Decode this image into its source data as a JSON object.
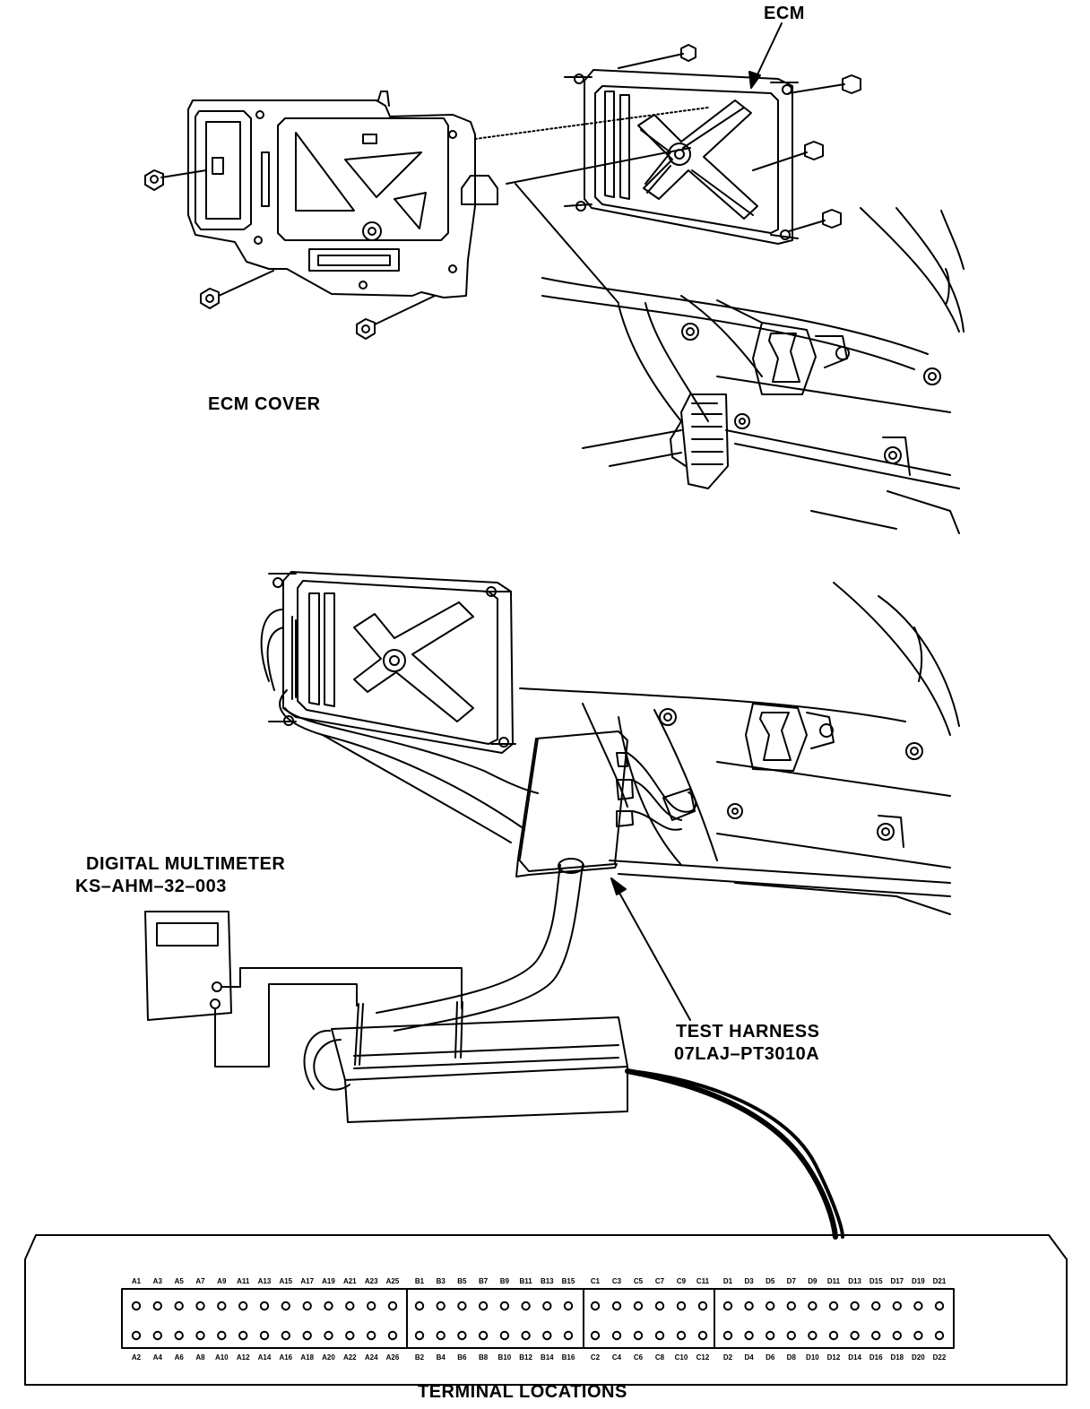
{
  "labels": {
    "ecm": "ECM",
    "ecm_cover": "ECM COVER",
    "multimeter_name": "DIGITAL MULTIMETER",
    "multimeter_part": "KS–AHM–32–003",
    "harness_name": "TEST HARNESS",
    "harness_part": "07LAJ–PT3010A",
    "terminal_caption": "TERMINAL LOCATIONS"
  },
  "terminals": {
    "groups": [
      {
        "name": "A",
        "top": [
          "A1",
          "A3",
          "A5",
          "A7",
          "A9",
          "A11",
          "A13",
          "A15",
          "A17",
          "A19",
          "A21",
          "A23",
          "A25"
        ],
        "bottom": [
          "A2",
          "A4",
          "A6",
          "A8",
          "A10",
          "A12",
          "A14",
          "A16",
          "A18",
          "A20",
          "A22",
          "A24",
          "A26"
        ]
      },
      {
        "name": "B",
        "top": [
          "B1",
          "B3",
          "B5",
          "B7",
          "B9",
          "B11",
          "B13",
          "B15"
        ],
        "bottom": [
          "B2",
          "B4",
          "B6",
          "B8",
          "B10",
          "B12",
          "B14",
          "B16"
        ]
      },
      {
        "name": "C",
        "top": [
          "C1",
          "C3",
          "C5",
          "C7",
          "C9",
          "C11"
        ],
        "bottom": [
          "C2",
          "C4",
          "C6",
          "C8",
          "C10",
          "C12"
        ]
      },
      {
        "name": "D",
        "top": [
          "D1",
          "D3",
          "D5",
          "D7",
          "D9",
          "D11",
          "D13",
          "D15",
          "D17",
          "D19",
          "D21"
        ],
        "bottom": [
          "D2",
          "D4",
          "D6",
          "D8",
          "D10",
          "D12",
          "D14",
          "D16",
          "D18",
          "D20",
          "D22"
        ]
      }
    ]
  }
}
